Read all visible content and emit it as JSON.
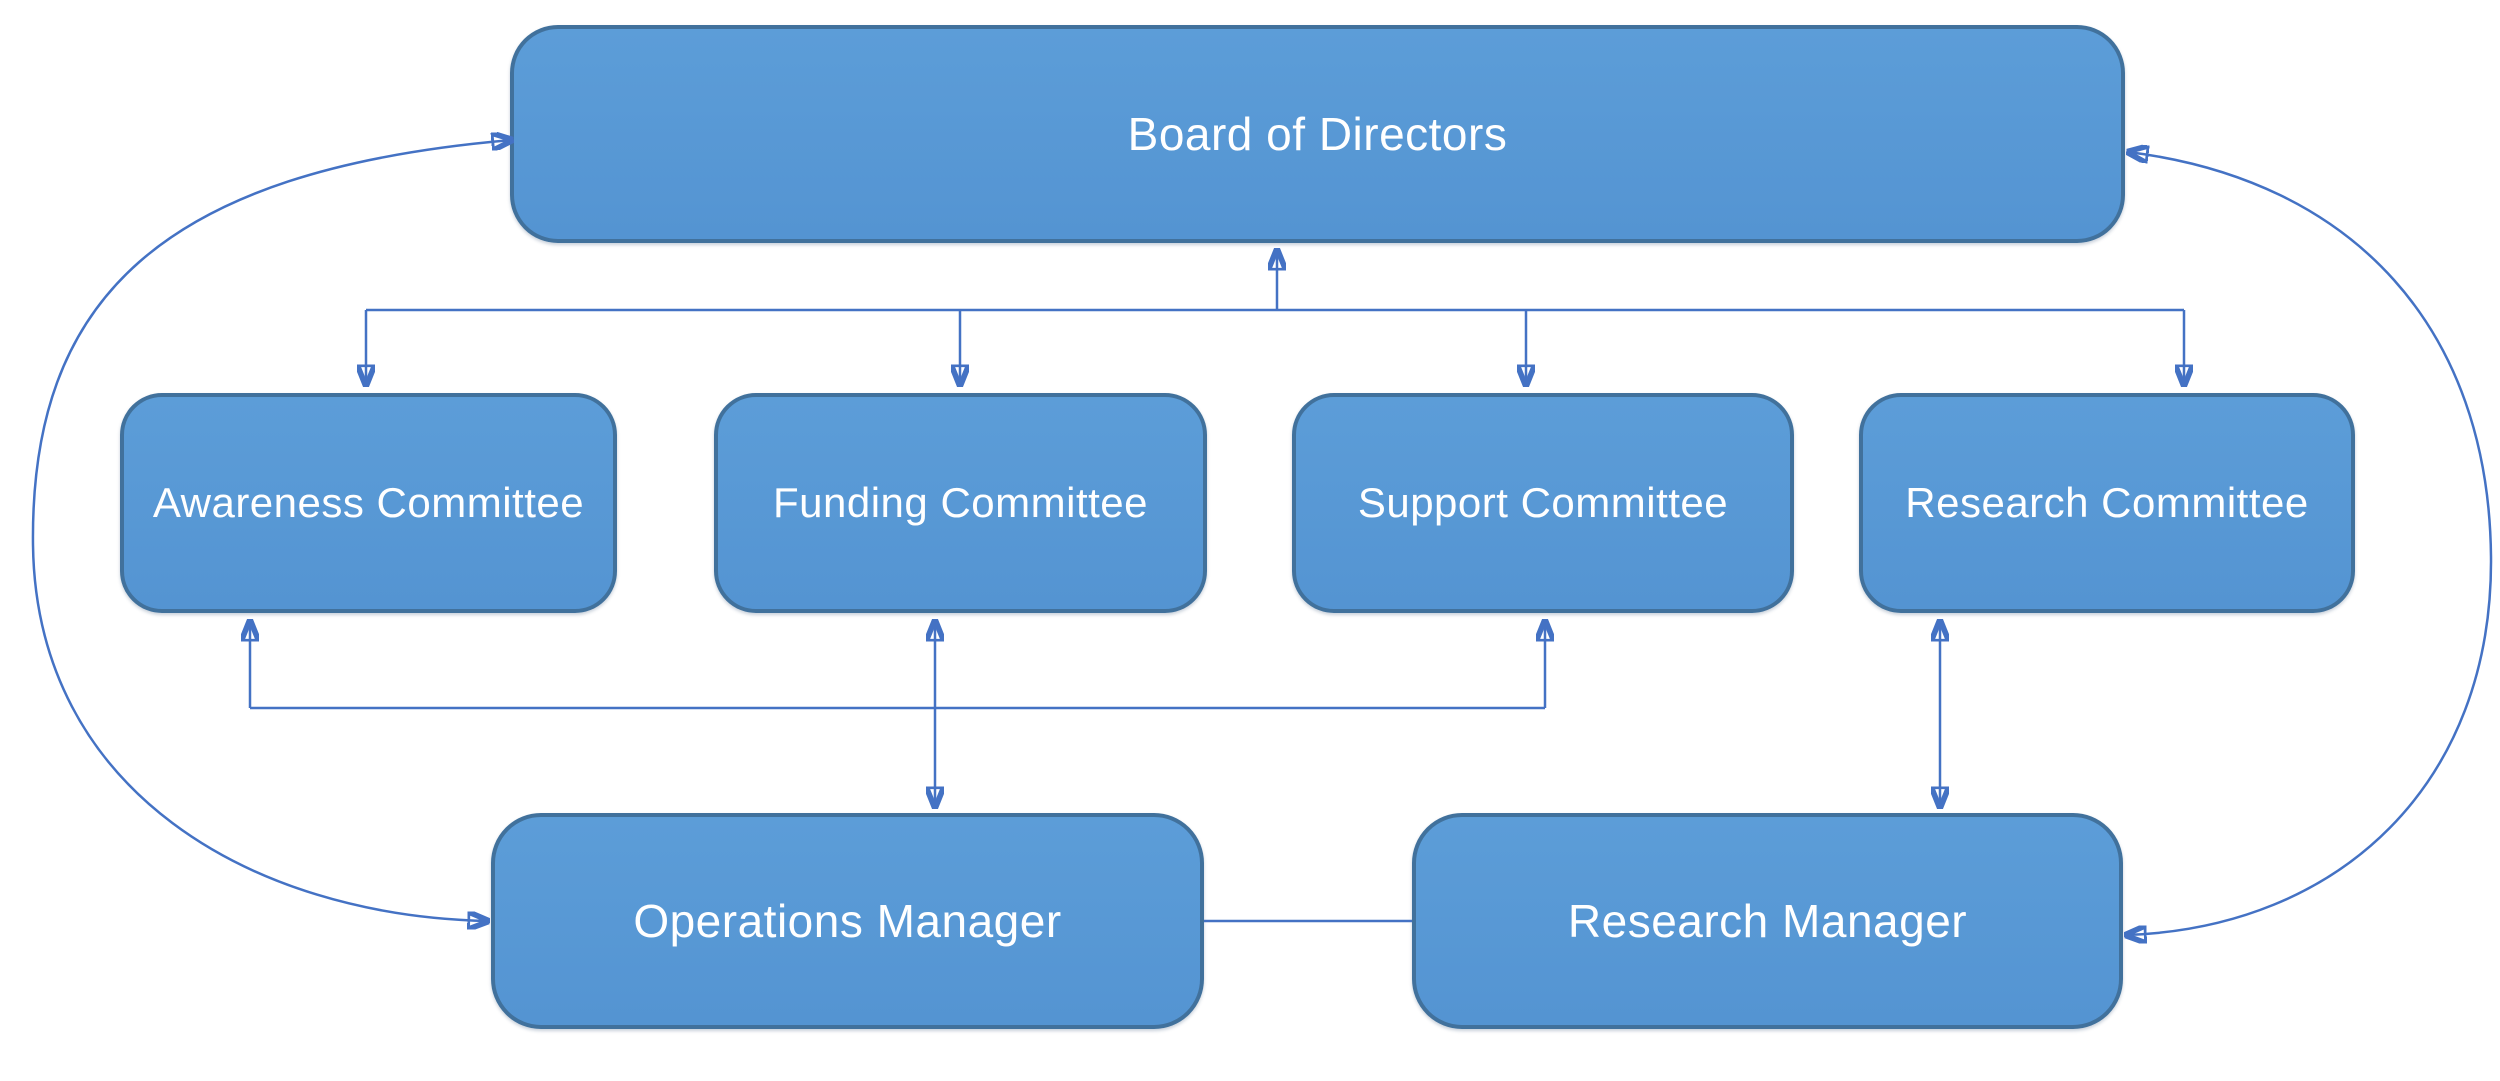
{
  "diagram": {
    "type": "org-chart",
    "title": "Organization structure diagram",
    "colors": {
      "node_fill": "#5B9BD5",
      "node_border": "#41719C",
      "connector": "#4472C4",
      "text": "#FFFFFF",
      "background": "#FFFFFF"
    },
    "nodes": [
      {
        "id": "board",
        "label": "Board of Directors"
      },
      {
        "id": "awareness",
        "label": "Awareness Committee"
      },
      {
        "id": "funding",
        "label": "Funding Committee"
      },
      {
        "id": "support",
        "label": "Support Committee"
      },
      {
        "id": "research_committee",
        "label": "Research Committee"
      },
      {
        "id": "operations_manager",
        "label": "Operations Manager"
      },
      {
        "id": "research_manager",
        "label": "Research Manager"
      }
    ],
    "edges": [
      {
        "from": "board",
        "to": "awareness",
        "arrow": "to",
        "style": "elbow"
      },
      {
        "from": "board",
        "to": "funding",
        "arrow": "to",
        "style": "elbow"
      },
      {
        "from": "board",
        "to": "support",
        "arrow": "to",
        "style": "elbow"
      },
      {
        "from": "board",
        "to": "research_committee",
        "arrow": "to",
        "style": "elbow"
      },
      {
        "from": "committees_bus",
        "to": "board",
        "arrow": "to",
        "style": "straight"
      },
      {
        "from": "operations_manager",
        "to": "awareness",
        "arrow": "to",
        "style": "elbow"
      },
      {
        "from": "operations_manager",
        "to": "support",
        "arrow": "to",
        "style": "elbow"
      },
      {
        "from": "funding",
        "to": "operations_manager",
        "arrow": "both",
        "style": "straight"
      },
      {
        "from": "research_committee",
        "to": "research_manager",
        "arrow": "both",
        "style": "straight"
      },
      {
        "from": "operations_manager",
        "to": "research_manager",
        "arrow": "none",
        "style": "straight"
      },
      {
        "from": "operations_manager",
        "to": "board",
        "arrow": "both",
        "style": "arc-left"
      },
      {
        "from": "research_manager",
        "to": "board",
        "arrow": "both",
        "style": "arc-right"
      }
    ]
  }
}
